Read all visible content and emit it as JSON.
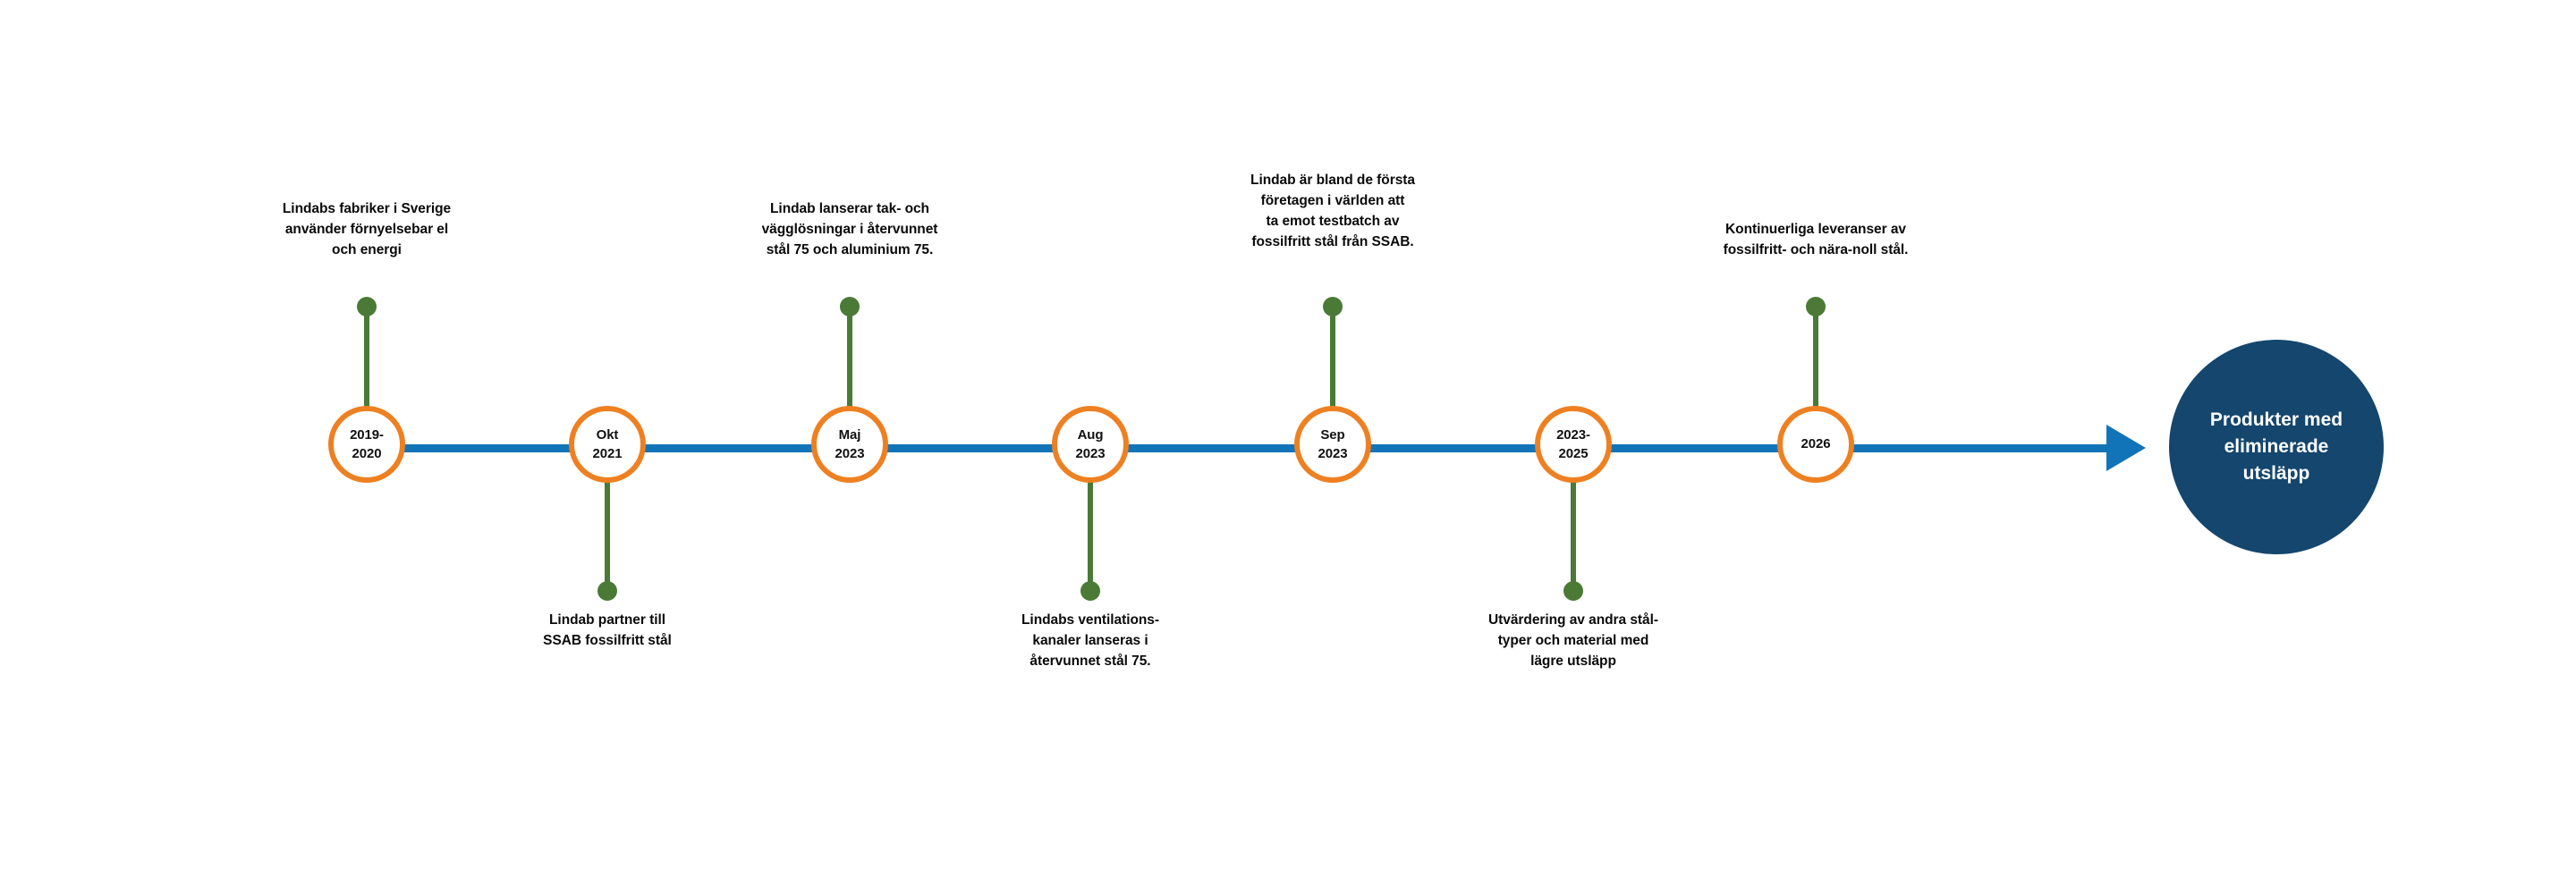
{
  "theme": {
    "background": "#ffffff",
    "axis_color": "#1274b8",
    "node_ring_color": "#ee8022",
    "stem_color": "#4a7a35",
    "end_circle_color": "#14466e",
    "text_color": "#0a0a0a",
    "end_circle_text_color": "#ffffff"
  },
  "timeline": {
    "milestones": [
      {
        "node_label": "2019-\n2020",
        "caption": "Lindabs fabriker i Sverige\nanvänder förnyelsebar el\noch energi",
        "caption_position": "above"
      },
      {
        "node_label": "Okt\n2021",
        "caption": "Lindab partner till\nSSAB fossilfritt stål",
        "caption_position": "below"
      },
      {
        "node_label": "Maj\n2023",
        "caption": "Lindab lanserar tak- och\nvägglösningar i återvunnet\nstål 75 och aluminium 75.",
        "caption_position": "above"
      },
      {
        "node_label": "Aug\n2023",
        "caption": "Lindabs ventilations-\nkanaler lanseras i\nåtervunnet stål 75.",
        "caption_position": "below"
      },
      {
        "node_label": "Sep\n2023",
        "caption": "Lindab är bland de första\nföretagen i världen att\nta emot testbatch av\nfossilfritt stål från SSAB.",
        "caption_position": "above"
      },
      {
        "node_label": "2023-\n2025",
        "caption": "Utvärdering av andra stål-\ntyper och material med\nlägre utsläpp",
        "caption_position": "below"
      },
      {
        "node_label": "2026",
        "caption": "Kontinuerliga leveranser av\nfossilfritt- och nära-noll stål.",
        "caption_position": "above"
      }
    ],
    "end_node": {
      "label": "Produkter med\neliminerade\nutsläpp"
    }
  }
}
